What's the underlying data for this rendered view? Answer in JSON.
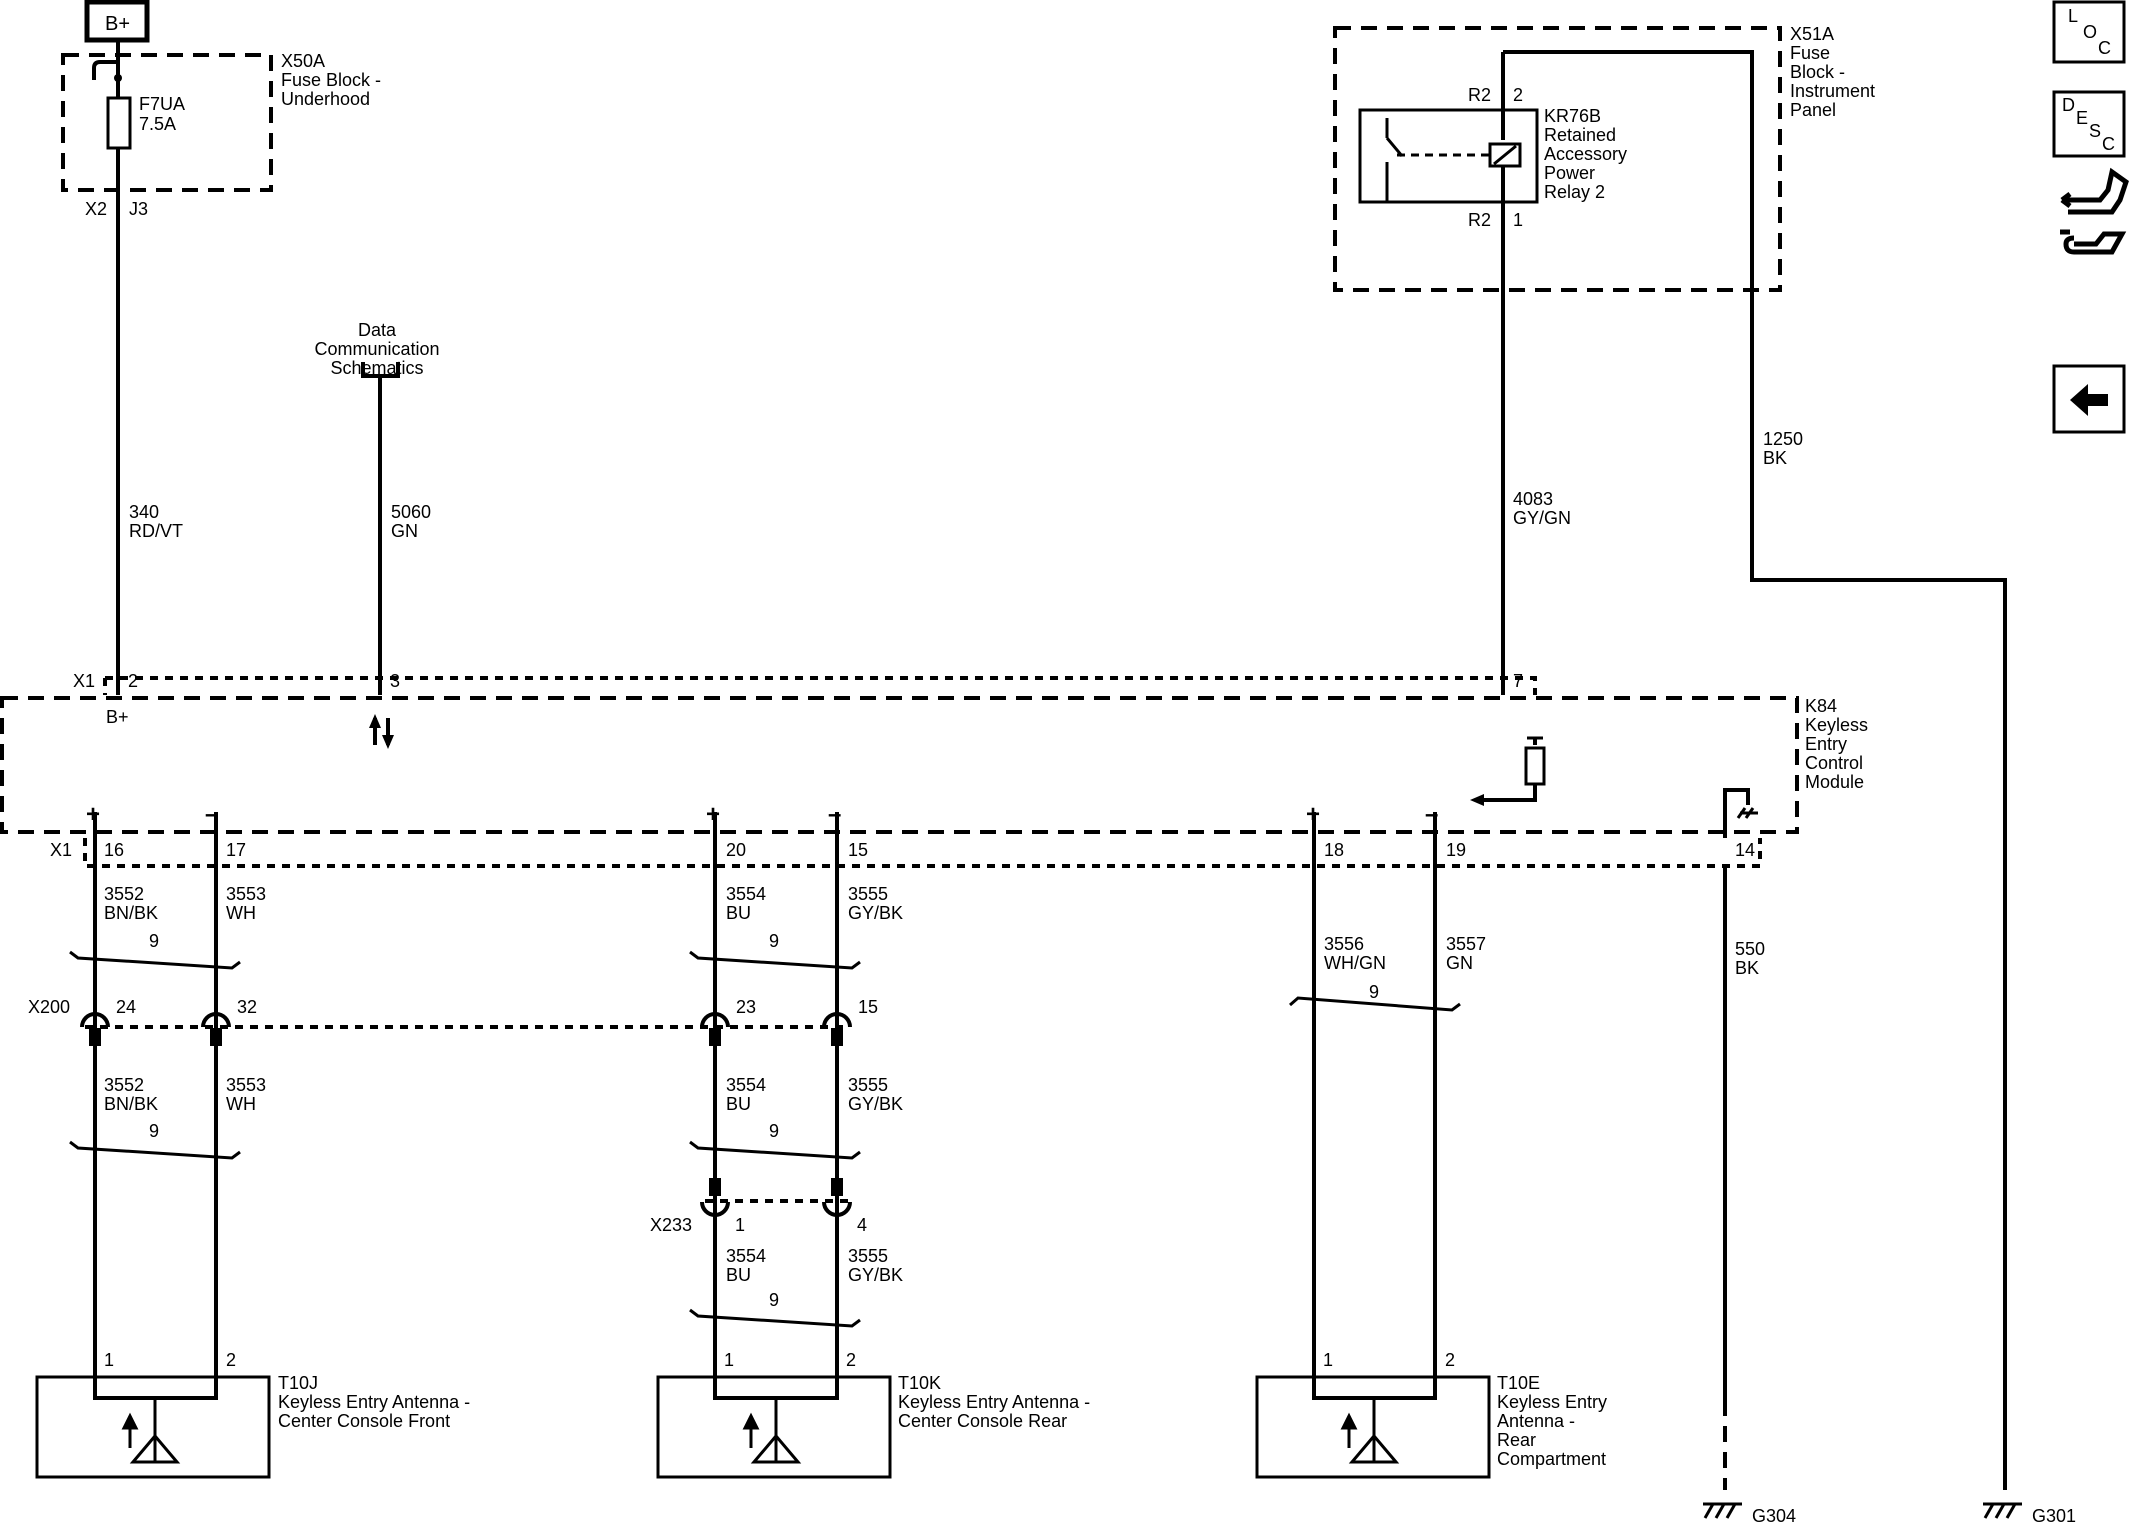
{
  "power": {
    "bplus_box": "B+"
  },
  "fuse_block_underhood": {
    "id": "X50A",
    "name_lines": [
      "Fuse Block -",
      "Underhood"
    ],
    "fuse_id": "F7UA",
    "fuse_rating": "7.5A",
    "connector": "X2",
    "pin": "J3"
  },
  "fuse_block_ip": {
    "id": "X51A",
    "name_lines": [
      "Fuse",
      "Block -",
      "Instrument",
      "Panel"
    ]
  },
  "relay": {
    "id": "KR76B",
    "name_lines": [
      "Retained",
      "Accessory",
      "Power",
      "Relay 2"
    ],
    "top_conn": "R2",
    "top_pin": "2",
    "bot_conn": "R2",
    "bot_pin": "1"
  },
  "data_comm": {
    "lines": [
      "Data",
      "Communication",
      "Schematics"
    ]
  },
  "wires": {
    "w340": {
      "circuit": "340",
      "color": "RD/VT"
    },
    "w5060": {
      "circuit": "5060",
      "color": "GN"
    },
    "w4083": {
      "circuit": "4083",
      "color": "GY/GN"
    },
    "w1250": {
      "circuit": "1250",
      "color": "BK"
    },
    "w550": {
      "circuit": "550",
      "color": "BK"
    },
    "w3552": {
      "circuit": "3552",
      "color": "BN/BK"
    },
    "w3553": {
      "circuit": "3553",
      "color": "WH"
    },
    "w3554": {
      "circuit": "3554",
      "color": "BU"
    },
    "w3555": {
      "circuit": "3555",
      "color": "GY/BK"
    },
    "w3556": {
      "circuit": "3556",
      "color": "WH/GN"
    },
    "w3557": {
      "circuit": "3557",
      "color": "GN"
    }
  },
  "module": {
    "id": "K84",
    "name_lines": [
      "Keyless",
      "Entry",
      "Control",
      "Module"
    ],
    "top_conn": "X1",
    "top_pins": {
      "p2": "2",
      "p3": "3",
      "p7": "7"
    },
    "bplus_label": "B+",
    "bot_conn": "X1",
    "bot_pins": {
      "p16": "16",
      "p17": "17",
      "p20": "20",
      "p15": "15",
      "p18": "18",
      "p19": "19",
      "p14": "14"
    },
    "plus": "+",
    "minus": "–"
  },
  "twist_count": "9",
  "inline_x200": {
    "id": "X200",
    "pins": {
      "a": "24",
      "b": "32",
      "c": "23",
      "d": "15"
    }
  },
  "inline_x233": {
    "id": "X233",
    "pins": {
      "a": "1",
      "b": "4"
    }
  },
  "antennas": {
    "front": {
      "id": "T10J",
      "name_lines": [
        "Keyless Entry Antenna -",
        "Center Console Front"
      ],
      "pin1": "1",
      "pin2": "2"
    },
    "rear_console": {
      "id": "T10K",
      "name_lines": [
        "Keyless Entry Antenna -",
        "Center Console Rear"
      ],
      "pin1": "1",
      "pin2": "2"
    },
    "rear_compartment": {
      "id": "T10E",
      "name_lines": [
        "Keyless Entry",
        "Antenna -",
        "Rear",
        "Compartment"
      ],
      "pin1": "1",
      "pin2": "2"
    }
  },
  "grounds": {
    "g1": "G304",
    "g2": "G301"
  },
  "side_panel": {
    "loc_letters": [
      "L",
      "O",
      "C"
    ],
    "desc_letters": [
      "D",
      "E",
      "S",
      "C"
    ],
    "connector_icon": "connector-repair-icon",
    "back_icon": "back-arrow-icon"
  }
}
